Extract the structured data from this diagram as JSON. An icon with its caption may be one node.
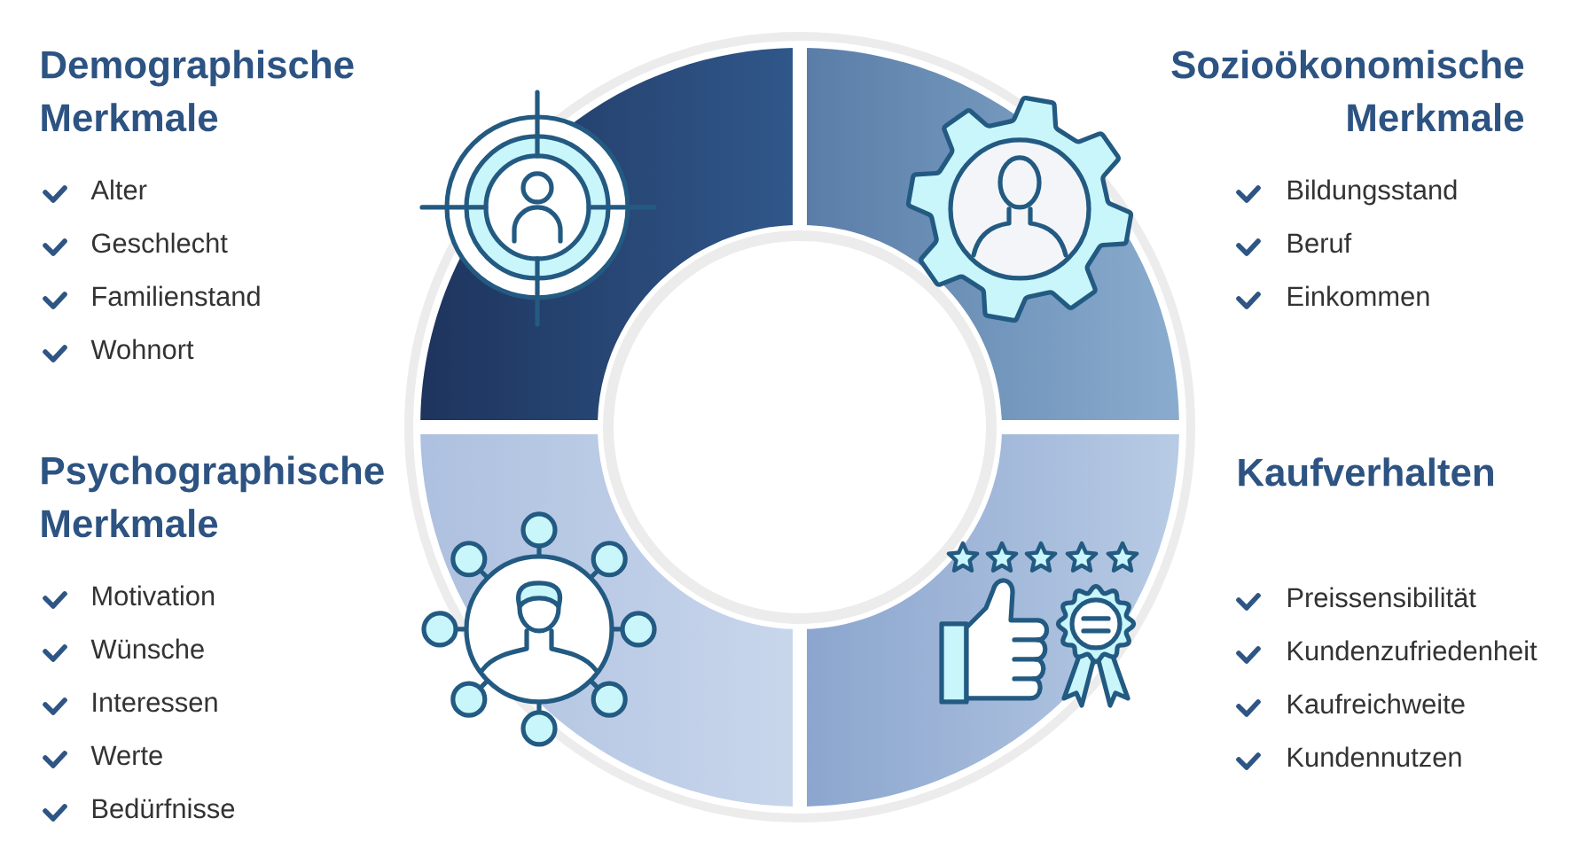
{
  "diagram": {
    "labels": [
      "Demographische Merkmale",
      "Alter",
      "Geschlecht",
      "Familienstand",
      "Wohnort",
      "Sozioökonomische Merkmale",
      "Bildungsstand",
      "Beruf",
      "Einkommen",
      "Psychographische Merkmale",
      "Motivation",
      "Wünsche",
      "Interessen",
      "Werte",
      "Bedürfnisse",
      "Kaufverhalten",
      "Preissensibilität",
      "Kundenzufriedenheit",
      "Kaufreichweite",
      "Kundennutzen"
    ]
  }
}
